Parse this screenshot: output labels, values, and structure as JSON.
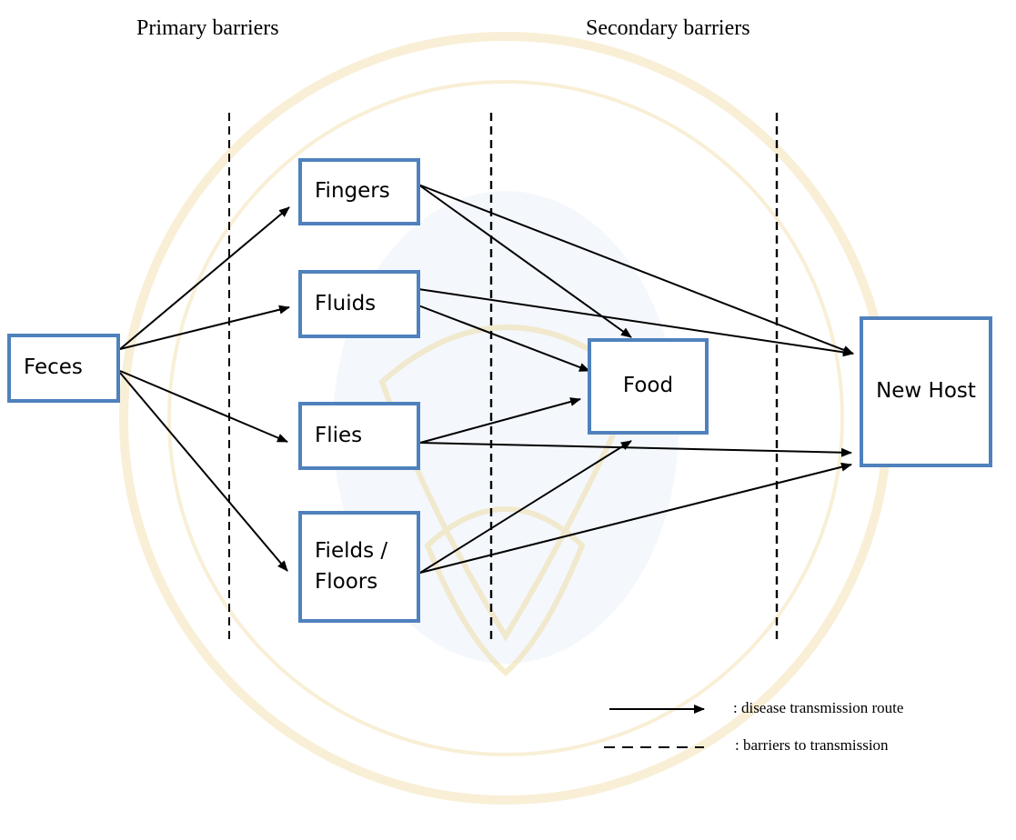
{
  "headings": {
    "primary": "Primary barriers",
    "secondary": "Secondary barriers"
  },
  "nodes": {
    "feces": "Feces",
    "fingers": "Fingers",
    "fluids": "Fluids",
    "flies": "Flies",
    "fields_floors": "Fields / Floors",
    "food": "Food",
    "new_host": "New Host"
  },
  "edges": [
    [
      "feces",
      "fingers"
    ],
    [
      "feces",
      "fluids"
    ],
    [
      "feces",
      "flies"
    ],
    [
      "feces",
      "fields_floors"
    ],
    [
      "fingers",
      "food"
    ],
    [
      "fingers",
      "new_host"
    ],
    [
      "fluids",
      "food"
    ],
    [
      "fluids",
      "new_host"
    ],
    [
      "flies",
      "food"
    ],
    [
      "flies",
      "new_host"
    ],
    [
      "fields_floors",
      "food"
    ],
    [
      "fields_floors",
      "new_host"
    ]
  ],
  "legend": {
    "arrow_label": ": disease transmission route",
    "dashed_label": ": barriers to transmission"
  },
  "colors": {
    "box_border": "#4f81bd",
    "line": "#000000",
    "watermark": "#f3e3b6"
  }
}
